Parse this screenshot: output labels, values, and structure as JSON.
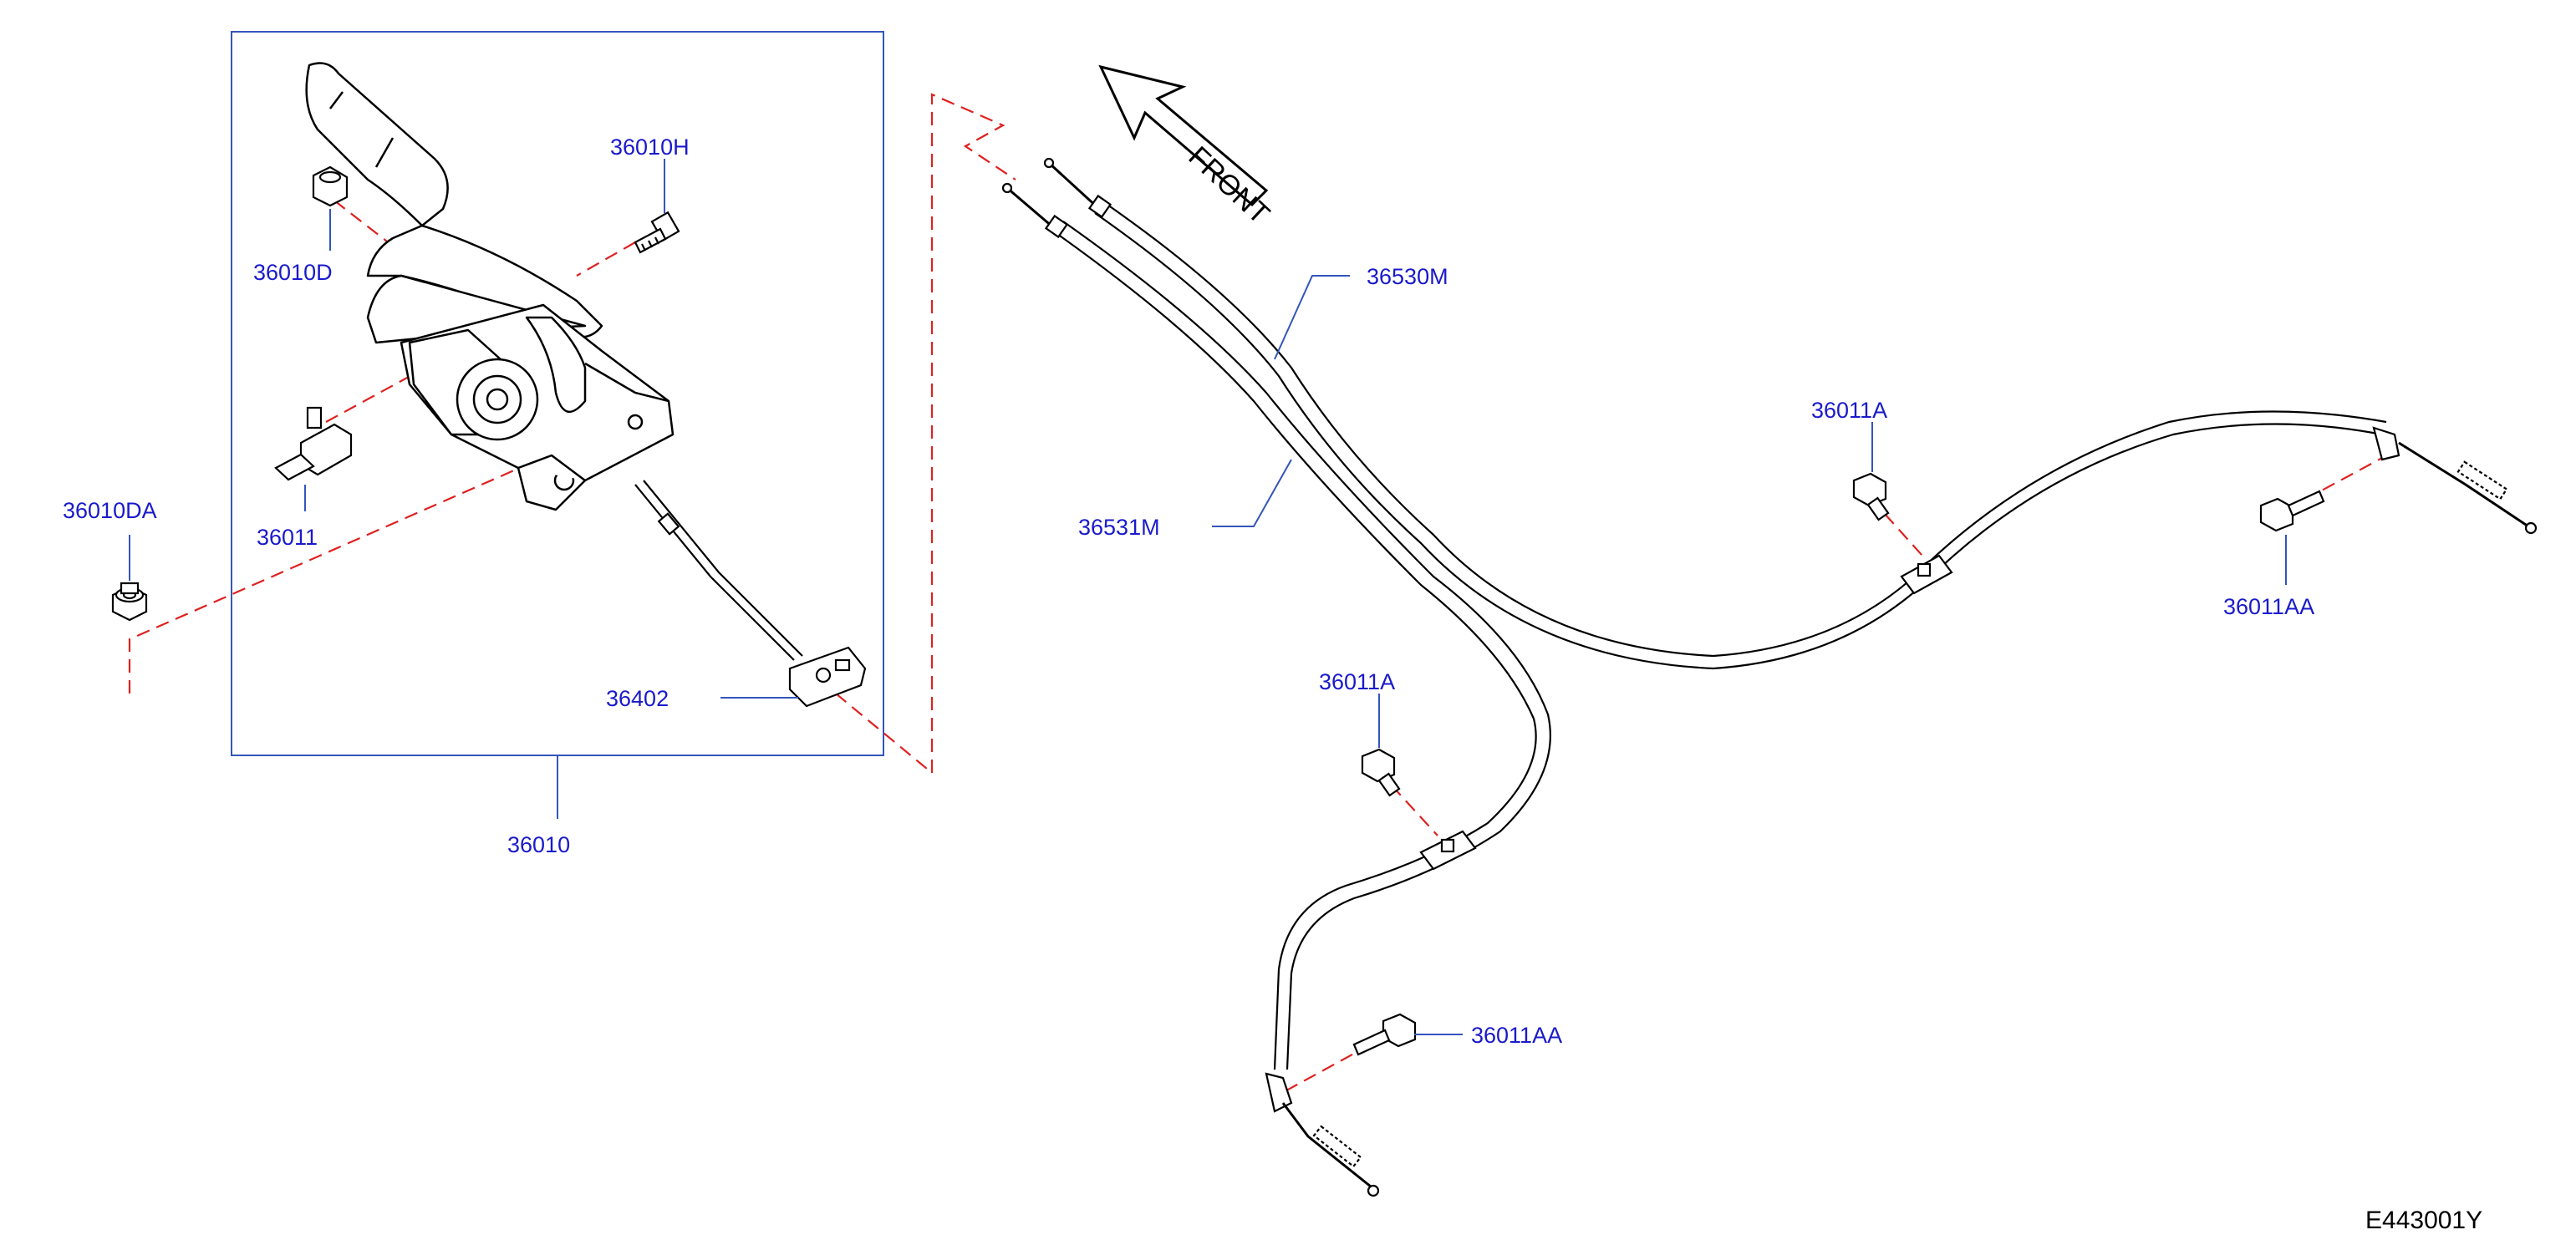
{
  "diagram": {
    "reference_code": "E443001Y",
    "front_label": "FRONT",
    "colors": {
      "label": "#1a1acc",
      "leader": "#3355bb",
      "frame": "#3355bb",
      "dashed": "#e02020",
      "drawing": "#000000"
    },
    "parts": {
      "p36010H": "36010H",
      "p36010D": "36010D",
      "p36011": "36011",
      "p36010DA": "36010DA",
      "p36402": "36402",
      "p36010": "36010",
      "p36530M": "36530M",
      "p36531M": "36531M",
      "p36011A_upper": "36011A",
      "p36011A_lower": "36011A",
      "p36011AA_right": "36011AA",
      "p36011AA_lower": "36011AA"
    }
  }
}
